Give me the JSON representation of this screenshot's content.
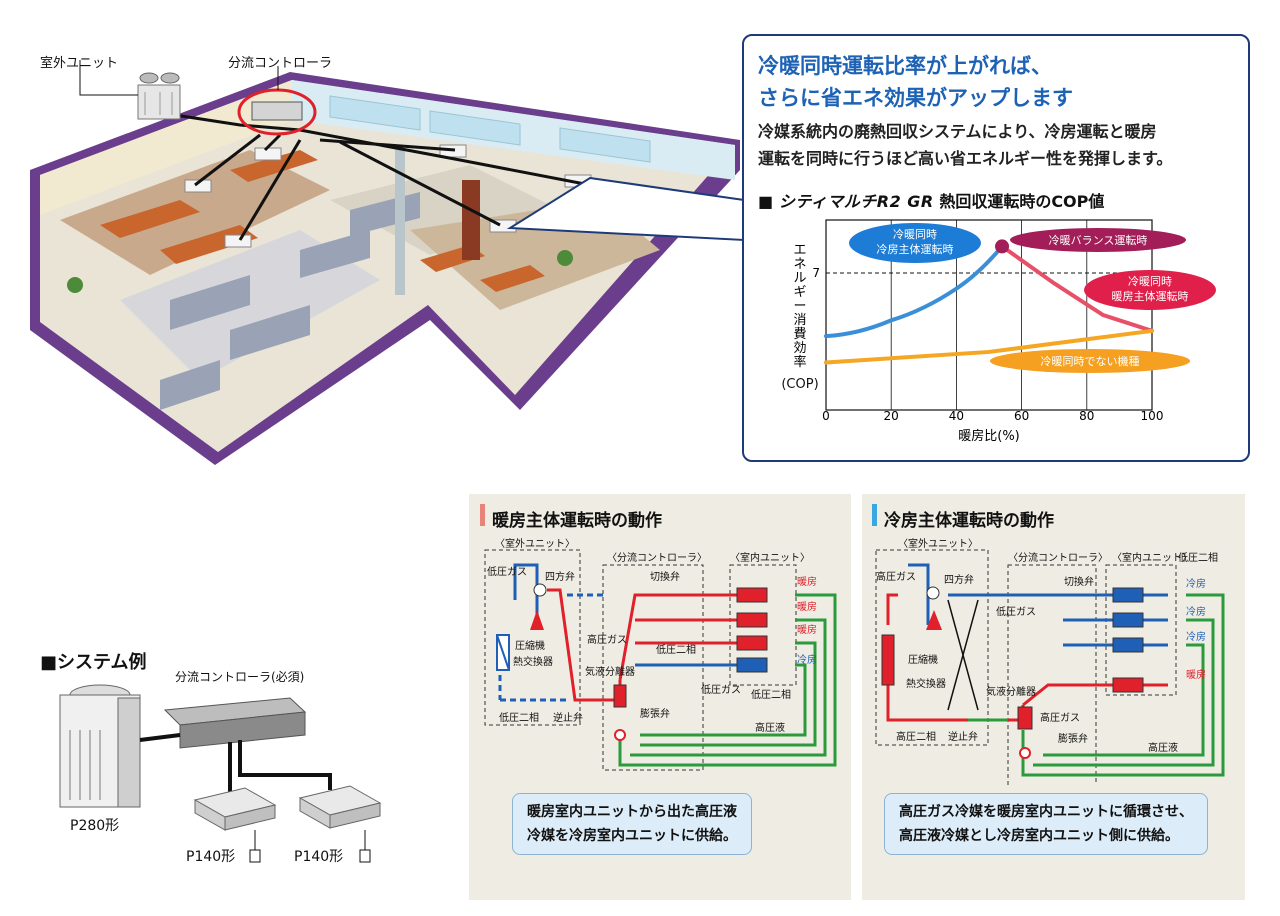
{
  "building": {
    "outdoor_unit_label": "室外ユニット",
    "controller_label": "分流コントローラ"
  },
  "callout": {
    "headline_line1": "冷暖同時運転比率が上がれば、",
    "headline_line2": "さらに省エネ効果がアップします",
    "body_line1": "冷媒系統内の廃熱回収システムにより、冷房運転と暖房",
    "body_line2": "運転を同時に行うほど高い省エネルギー性を発揮します。",
    "chart_title_prefix": "■",
    "chart_title_brand": "シティマルチR2 GR",
    "chart_title_suffix": "熱回収運転時のCOP値"
  },
  "chart_data": {
    "type": "line",
    "xlabel": "暖房比(%)",
    "ylabel_chars": [
      "エ",
      "ネ",
      "ル",
      "ギ",
      "ー",
      "消",
      "費",
      "効",
      "率"
    ],
    "ylabel_unit": "(COP)",
    "x_ticks": [
      "0",
      "20",
      "40",
      "60",
      "80",
      "100"
    ],
    "y_tick_label": "7",
    "xlim": [
      0,
      100
    ],
    "series": [
      {
        "name": "冷暖同時 冷房主体運転時",
        "color": "#3a8fd8",
        "x": [
          0,
          20,
          40,
          54
        ],
        "y": [
          5.6,
          5.9,
          6.5,
          7.3
        ]
      },
      {
        "name": "冷暖同時 暖房主体運転時",
        "color": "#e8506a",
        "x": [
          54,
          70,
          85,
          100
        ],
        "y": [
          7.3,
          6.6,
          6.0,
          5.7
        ]
      },
      {
        "name": "冷暖同時でない機種",
        "color": "#f5a623",
        "x": [
          0,
          50,
          100
        ],
        "y": [
          5.1,
          5.3,
          5.7
        ]
      }
    ],
    "badges": {
      "cool_line1": "冷暖同時",
      "cool_line2": "冷房主体運転時",
      "balance": "冷暖バランス運転時",
      "heat_line1": "冷暖同時",
      "heat_line2": "暖房主体運転時",
      "non": "冷暖同時でない機種"
    }
  },
  "heating_panel": {
    "title": "暖房主体運転時の動作",
    "outdoor_label": "〈室外ユニット〉",
    "controller_label": "〈分流コントローラ〉",
    "indoor_label": "〈室内ユニット〉",
    "low_gas": "低圧ガス",
    "four_way": "四方弁",
    "compressor": "圧縮機",
    "heat_exchanger": "熱交換器",
    "switch_valve": "切換弁",
    "high_gas": "高圧ガス",
    "separator": "気液分離器",
    "low_two_phase": "低圧二相",
    "check_valve": "逆止弁",
    "expansion": "膨張弁",
    "high_liquid": "高圧液",
    "heat": "暖房",
    "cool": "冷房",
    "low_gas2": "低圧ガス",
    "low_two_phase2": "低圧二相",
    "note_line1": "暖房室内ユニットから出た高圧液",
    "note_line2": "冷媒を冷房室内ユニットに供給。"
  },
  "cooling_panel": {
    "title": "冷房主体運転時の動作",
    "outdoor_label": "〈室外ユニット〉",
    "controller_label": "〈分流コントローラ〉",
    "indoor_label": "〈室内ユニット〉",
    "low_two_phase_top": "低圧二相",
    "high_gas": "高圧ガス",
    "four_way": "四方弁",
    "switch_valve": "切換弁",
    "low_gas": "低圧ガス",
    "compressor": "圧縮機",
    "heat_exchanger": "熱交換器",
    "separator": "気液分離器",
    "high_gas2": "高圧ガス",
    "low_two_phase": "高圧二相",
    "check_valve": "逆止弁",
    "expansion": "膨張弁",
    "high_liquid": "高圧液",
    "cool": "冷房",
    "heat": "暖房",
    "note_line1": "高圧ガス冷媒を暖房室内ユニットに循環させ、",
    "note_line2": "高圧液冷媒とし冷房室内ユニット側に供給。"
  },
  "system": {
    "title": "■システム例",
    "controller_label": "分流コントローラ(必須)",
    "outdoor_model": "P280形",
    "indoor_model_1": "P140形",
    "indoor_model_2": "P140形"
  },
  "colors": {
    "headline": "#1d62b4",
    "frame": "#1e3a7a",
    "heat_marker": "#e8837a",
    "cool_marker": "#3aa7e0",
    "refrigerant_red": "#e0202a",
    "refrigerant_blue": "#1f5fb5",
    "refrigerant_green": "#2a9a3c"
  }
}
